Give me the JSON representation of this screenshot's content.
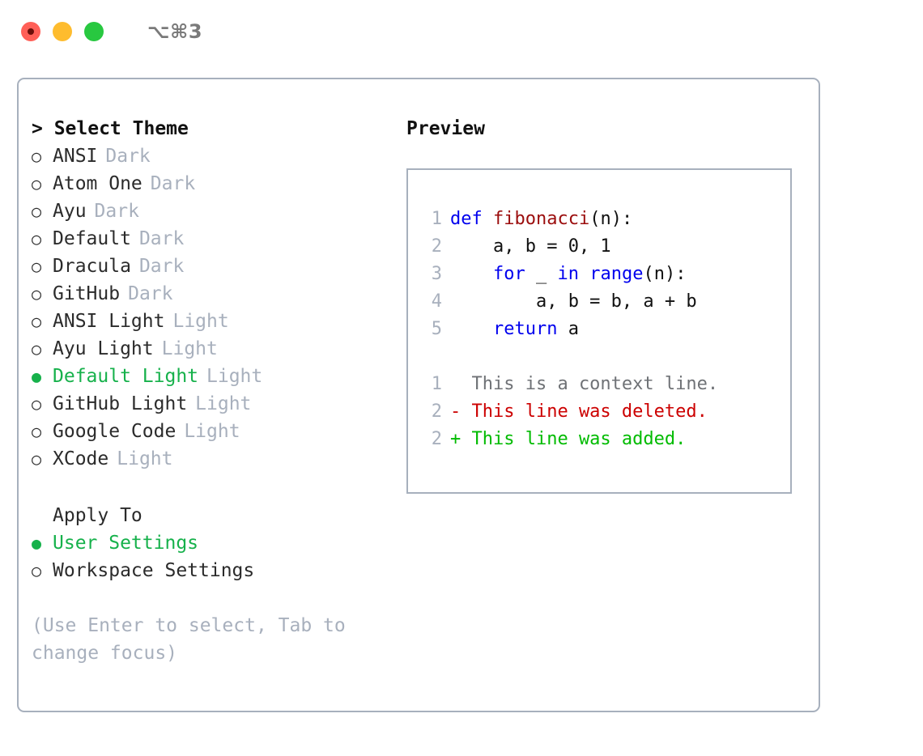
{
  "window": {
    "shortcut": "⌥⌘3",
    "traffic_lights": [
      {
        "name": "close",
        "color": "#ff5f57"
      },
      {
        "name": "minimize",
        "color": "#febc2e"
      },
      {
        "name": "maximize",
        "color": "#28c840"
      }
    ]
  },
  "theme_panel": {
    "heading": "> Select Theme",
    "selected_bullet": "●",
    "unselected_bullet": "○",
    "accent_color": "#16b14b",
    "tag_color": "#a8b0bd",
    "items": [
      {
        "bullet": "○",
        "label": "ANSI",
        "tag": "Dark",
        "selected": false
      },
      {
        "bullet": "○",
        "label": "Atom One",
        "tag": "Dark",
        "selected": false
      },
      {
        "bullet": "○",
        "label": "Ayu",
        "tag": "Dark",
        "selected": false
      },
      {
        "bullet": "○",
        "label": "Default",
        "tag": "Dark",
        "selected": false
      },
      {
        "bullet": "○",
        "label": "Dracula",
        "tag": "Dark",
        "selected": false
      },
      {
        "bullet": "○",
        "label": "GitHub",
        "tag": "Dark",
        "selected": false
      },
      {
        "bullet": "○",
        "label": "ANSI Light",
        "tag": "Light",
        "selected": false
      },
      {
        "bullet": "○",
        "label": "Ayu Light",
        "tag": "Light",
        "selected": false
      },
      {
        "bullet": "●",
        "label": "Default Light",
        "tag": "Light",
        "selected": true
      },
      {
        "bullet": "○",
        "label": "GitHub Light",
        "tag": "Light",
        "selected": false
      },
      {
        "bullet": "○",
        "label": "Google Code",
        "tag": "Light",
        "selected": false
      },
      {
        "bullet": "○",
        "label": "XCode",
        "tag": "Light",
        "selected": false
      }
    ]
  },
  "apply_to": {
    "heading": "Apply To",
    "items": [
      {
        "bullet": "●",
        "label": "User Settings",
        "selected": true
      },
      {
        "bullet": "○",
        "label": "Workspace Settings",
        "selected": false
      }
    ]
  },
  "hint": "(Use Enter to select, Tab to change focus)",
  "preview": {
    "heading": "Preview",
    "code_lines": [
      {
        "num": "1",
        "segments": [
          {
            "text": "def ",
            "kind": "kw"
          },
          {
            "text": "fibonacci",
            "kind": "fn"
          },
          {
            "text": "(n):",
            "kind": "plain"
          }
        ]
      },
      {
        "num": "2",
        "segments": [
          {
            "text": "    a, b = 0, 1",
            "kind": "plain"
          }
        ]
      },
      {
        "num": "3",
        "segments": [
          {
            "text": "    ",
            "kind": "plain"
          },
          {
            "text": "for",
            "kind": "kw"
          },
          {
            "text": " _ ",
            "kind": "plain"
          },
          {
            "text": "in range",
            "kind": "kw"
          },
          {
            "text": "(n):",
            "kind": "plain"
          }
        ]
      },
      {
        "num": "4",
        "segments": [
          {
            "text": "        a, b = b, a + b",
            "kind": "plain"
          }
        ]
      },
      {
        "num": "5",
        "segments": [
          {
            "text": "    ",
            "kind": "plain"
          },
          {
            "text": "return",
            "kind": "kw"
          },
          {
            "text": " a",
            "kind": "plain"
          }
        ]
      }
    ],
    "diff_lines": [
      {
        "num": "1",
        "marker": " ",
        "text": "  This is a context line.",
        "kind": "context"
      },
      {
        "num": "2",
        "marker": "-",
        "text": "- This line was deleted.",
        "kind": "deleted"
      },
      {
        "num": "2",
        "marker": "+",
        "text": "+ This line was added.",
        "kind": "added"
      }
    ],
    "colors": {
      "keyword": "#0000ee",
      "function": "#9b0d0d",
      "plain": "#111111",
      "line_number": "#a8b0bd",
      "context": "#6f7276",
      "deleted": "#cc0000",
      "added": "#00bb00"
    }
  }
}
